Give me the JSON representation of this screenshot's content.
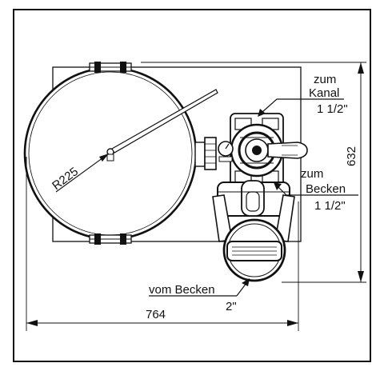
{
  "drawing": {
    "radius_label": "R225",
    "width_dimension": "764",
    "height_dimension": "632",
    "outlet_kanal": {
      "line1": "zum",
      "line2": "Kanal",
      "size": "1 1/2\""
    },
    "outlet_becken": {
      "line1": "zum",
      "line2": "Becken",
      "size": "1 1/2\""
    },
    "inlet_becken": {
      "line1": "vom Becken",
      "size": "2\""
    }
  }
}
